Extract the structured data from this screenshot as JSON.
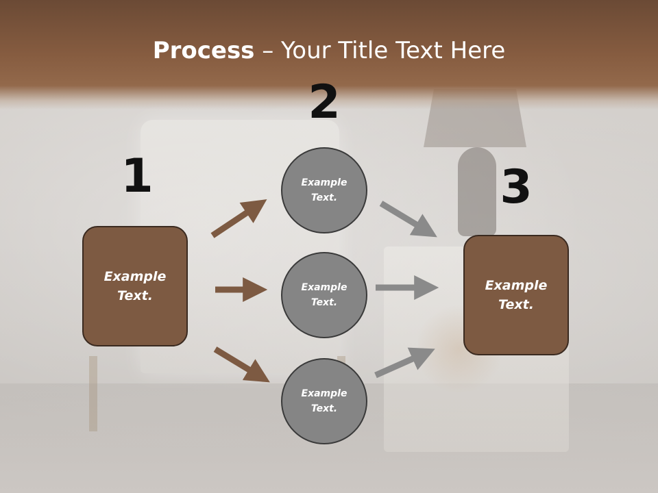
{
  "title": {
    "bold": "Process",
    "rest": " – Your Title Text Here"
  },
  "steps": [
    {
      "number": "1",
      "label": "Example\nText."
    },
    {
      "number": "2",
      "circles": [
        "Example\nText.",
        "Example\nText.",
        "Example\nText."
      ]
    },
    {
      "number": "3",
      "label": "Example\nText."
    }
  ],
  "colors": {
    "header": "#865c40",
    "box": "#7d5a42",
    "circle": "#858585",
    "arrow_brown": "#7d5a42",
    "arrow_gray": "#8a8a8a"
  }
}
